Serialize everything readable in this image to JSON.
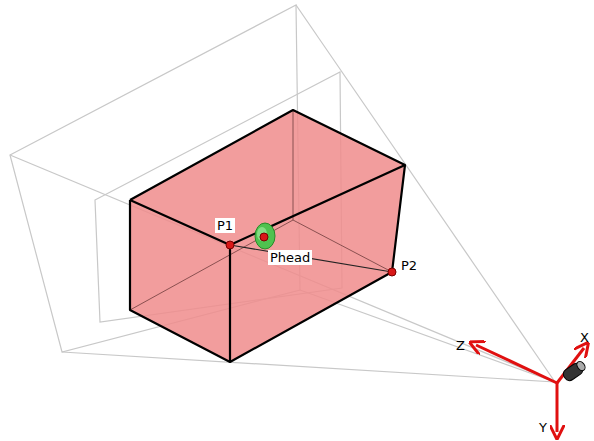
{
  "diagram": {
    "labels": [
      "P1",
      "Phead",
      "P2",
      "Z",
      "X",
      "Y"
    ]
  }
}
